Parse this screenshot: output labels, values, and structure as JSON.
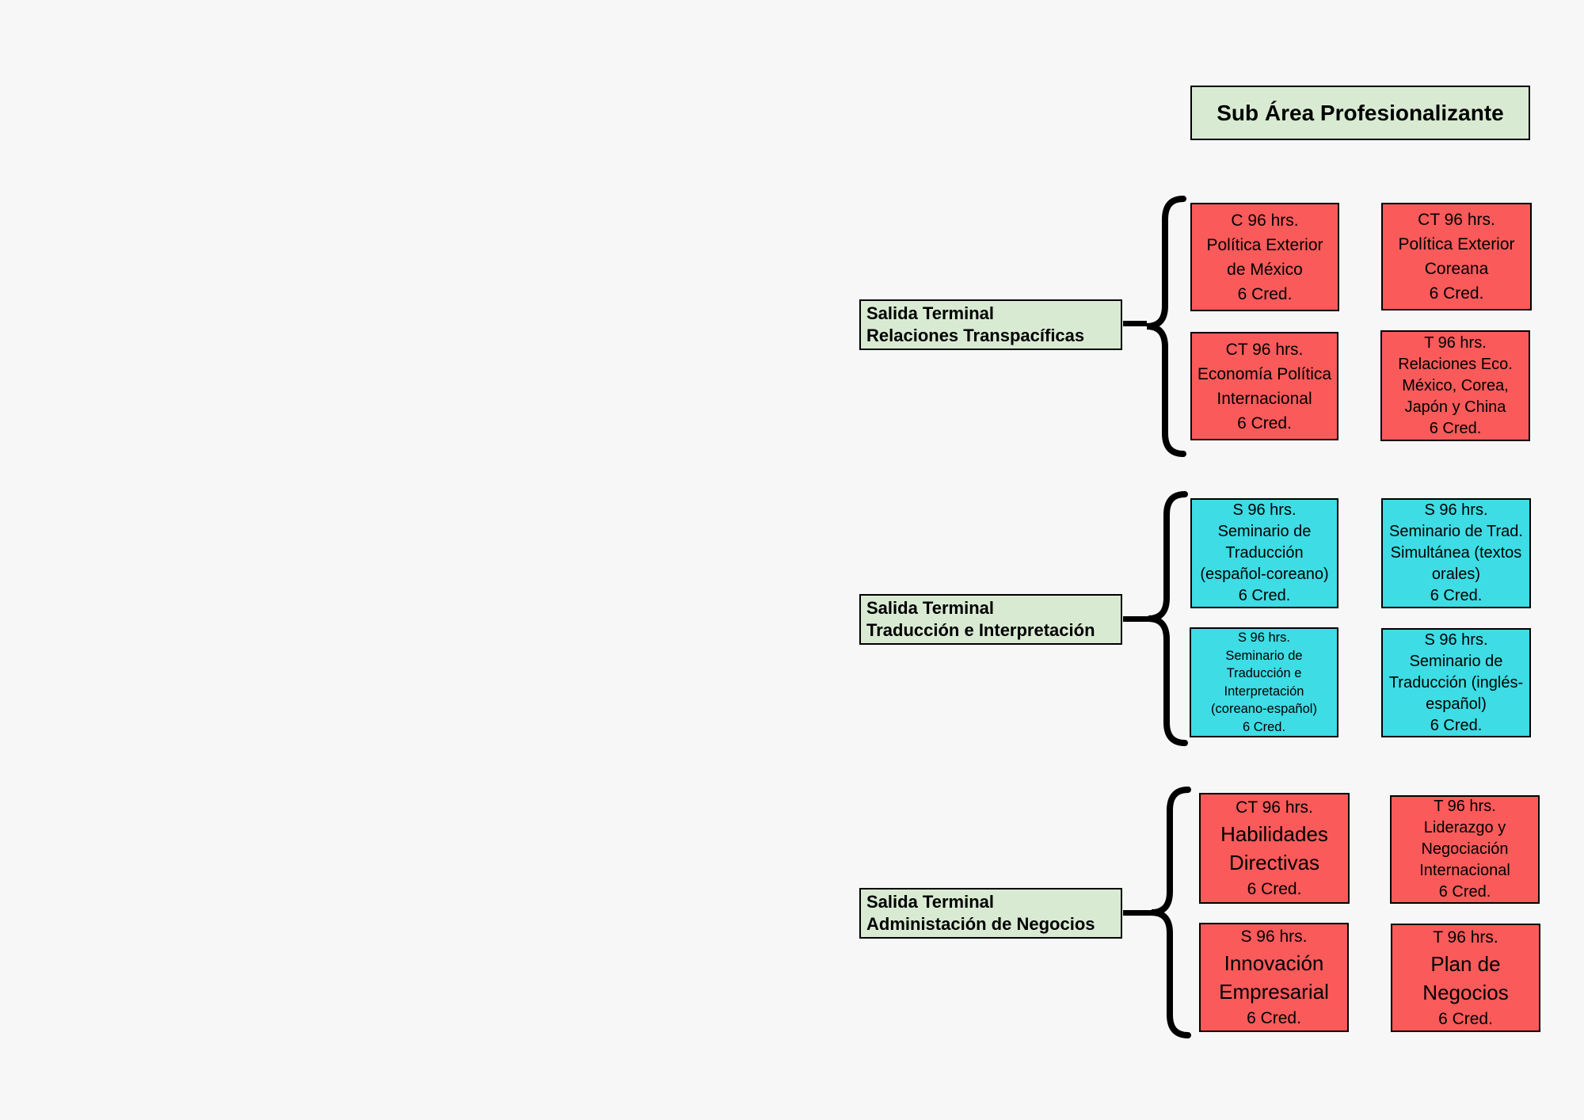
{
  "header": {
    "title": "Sub Área Profesionalizante"
  },
  "colors": {
    "background": "#f7f7f7",
    "label_bg": "#d9ead3",
    "red_card": "#fa5a5a",
    "cyan_card": "#3edce4",
    "border": "#000000"
  },
  "sections": [
    {
      "label": "Salida Terminal\nRelaciones Transpacíficas",
      "cards": [
        {
          "color": "red",
          "code": "C 96 hrs.",
          "title": "Política Exterior\nde México",
          "credits": "6 Cred."
        },
        {
          "color": "red",
          "code": "CT 96 hrs.",
          "title": "Política Exterior\nCoreana",
          "credits": "6 Cred."
        },
        {
          "color": "red",
          "code": "CT 96 hrs.",
          "title": "Economía Política\nInternacional",
          "credits": "6 Cred."
        },
        {
          "color": "red",
          "code": "T 96 hrs.",
          "title": "Relaciones Eco.\nMéxico, Corea,\nJapón y China",
          "credits": "6 Cred."
        }
      ]
    },
    {
      "label": "Salida Terminal\nTraducción e Interpretación",
      "cards": [
        {
          "color": "cyan",
          "code": "S 96 hrs.",
          "title": "Seminario de\nTraducción\n(español-coreano)",
          "credits": "6 Cred."
        },
        {
          "color": "cyan",
          "code": "S 96 hrs.",
          "title": "Seminario de Trad.\nSimultánea (textos\norales)",
          "credits": "6 Cred."
        },
        {
          "color": "cyan",
          "code": "S 96 hrs.",
          "title": "Seminario de\nTraducción e\nInterpretación\n(coreano-español)",
          "credits": "6 Cred."
        },
        {
          "color": "cyan",
          "code": "S 96 hrs.",
          "title": "Seminario de\nTraducción (inglés-\nespañol)",
          "credits": "6 Cred."
        }
      ]
    },
    {
      "label": "Salida Terminal\nAdministación de Negocios",
      "cards": [
        {
          "color": "red",
          "code": "CT 96 hrs.",
          "title": "Habilidades\nDirectivas",
          "credits": "6 Cred."
        },
        {
          "color": "red",
          "code": "T 96 hrs.",
          "title": "Liderazgo y\nNegociación\nInternacional",
          "credits": "6 Cred."
        },
        {
          "color": "red",
          "code": "S 96 hrs.",
          "title": "Innovación\nEmpresarial",
          "credits": "6 Cred."
        },
        {
          "color": "red",
          "code": "T 96 hrs.",
          "title": "Plan de\nNegocios",
          "credits": "6 Cred."
        }
      ]
    }
  ]
}
